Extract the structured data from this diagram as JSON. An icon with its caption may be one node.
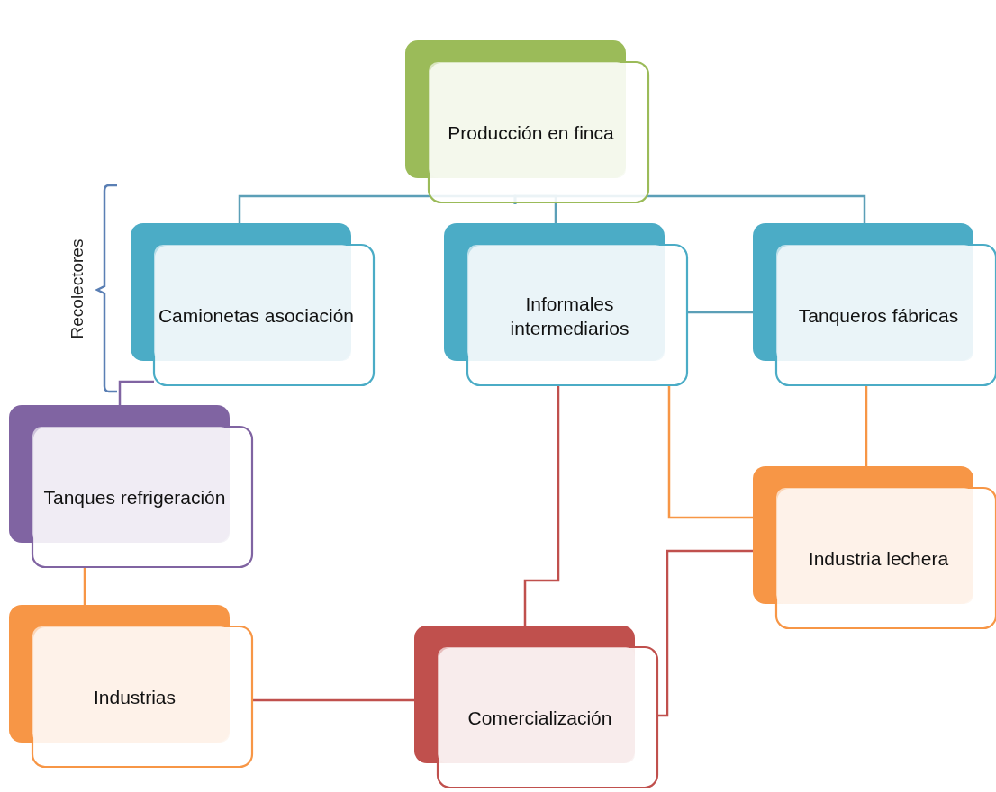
{
  "diagram": {
    "nodes": [
      {
        "text": [
          "Producción en finca"
        ]
      },
      {
        "text": [
          "Camionetas asociación"
        ]
      },
      {
        "text": [
          "Informales intermediarios"
        ]
      },
      {
        "text": [
          "Tanqueros fábricas"
        ]
      },
      {
        "text": [
          "Tanques refrigeración"
        ]
      },
      {
        "text": [
          "Industria lechera"
        ]
      },
      {
        "text": [
          "Industrias"
        ]
      },
      {
        "text": [
          "Comercialización"
        ]
      }
    ],
    "edges": [
      {
        "from": 0,
        "to": 1,
        "arrow": "none"
      },
      {
        "from": 0,
        "to": 2,
        "arrow": "none"
      },
      {
        "from": 0,
        "to": 3,
        "arrow": "none"
      },
      {
        "from": 2,
        "to": 3,
        "arrow": "none"
      },
      {
        "from": 1,
        "to": 4,
        "arrow": "none",
        "color": "#8064a2"
      },
      {
        "from": 4,
        "to": 6,
        "arrow": "none",
        "color": "#f79646"
      },
      {
        "from": 3,
        "to": 5,
        "arrow": "none",
        "color": "#f79646"
      },
      {
        "from": 2,
        "to": 5,
        "arrow": "none",
        "color": "#f79646"
      },
      {
        "from": 2,
        "to": 7,
        "arrow": "none",
        "color": "#c0504d"
      },
      {
        "from": 6,
        "to": 7,
        "arrow": "none",
        "color": "#c0504d"
      },
      {
        "from": 5,
        "to": 7,
        "arrow": "none",
        "color": "#c0504d"
      }
    ],
    "labels": [
      "Recolectores"
    ]
  }
}
